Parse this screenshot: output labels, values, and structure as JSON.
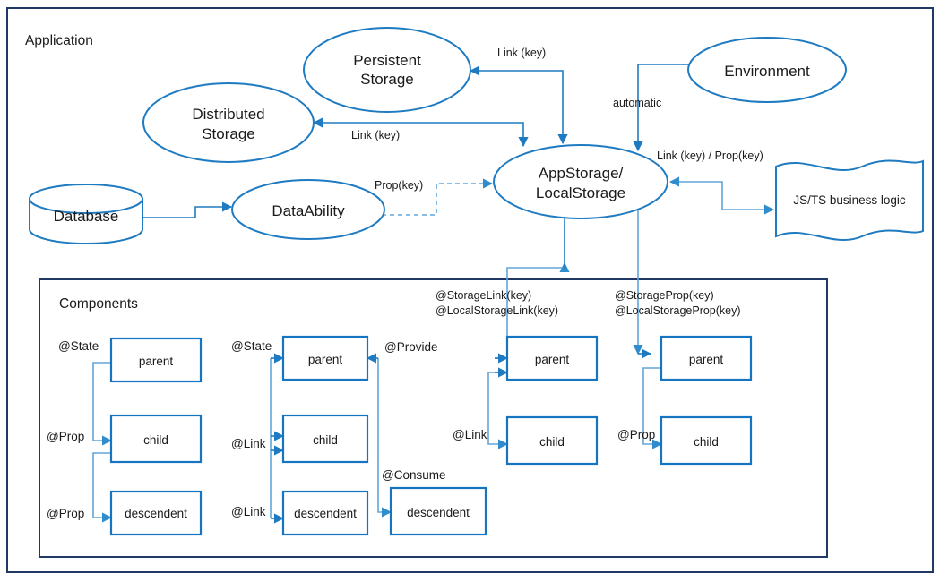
{
  "diagram": {
    "title": "Application",
    "frames": [
      {
        "id": "application",
        "label": "Application"
      },
      {
        "id": "components",
        "label": "Components"
      }
    ],
    "colors": {
      "frame_border": "#1f3864",
      "shape_border": "#1f7bc1",
      "box_border": "#1675c0",
      "connector": "#1f7bc1",
      "connector_light": "#60a5d8",
      "text": "#1a1a1a",
      "background": "#ffffff"
    },
    "nodes": {
      "persistent_storage": "Persistent\nStorage",
      "persistent_storage_line1": "Persistent",
      "persistent_storage_line2": "Storage",
      "distributed_storage_line1": "Distributed",
      "distributed_storage_line2": "Storage",
      "environment": "Environment",
      "appstorage_line1": "AppStorage/",
      "appstorage_line2": "LocalStorage",
      "database": "Database",
      "dataability": "DataAbility",
      "business_logic": "JS/TS business logic"
    },
    "edge_labels": {
      "link_key_top": "Link (key)",
      "link_key_left": "Link (key)",
      "automatic": "automatic",
      "link_prop_key": "Link (key) / Prop(key)",
      "prop_key": "Prop(key)",
      "storage_link": "@StorageLink(key)",
      "local_storage_link": "@LocalStorageLink(key)",
      "storage_prop": "@StorageProp(key)",
      "local_storage_prop": "@LocalStorageProp(key)"
    },
    "component_groups": [
      {
        "id": "group-state-prop",
        "boxes": [
          {
            "id": "g1-parent",
            "label": "parent"
          },
          {
            "id": "g1-child",
            "label": "child"
          },
          {
            "id": "g1-descendent",
            "label": "descendent"
          }
        ],
        "decorators": [
          {
            "id": "g1-state",
            "label": "@State"
          },
          {
            "id": "g1-prop-child",
            "label": "@Prop"
          },
          {
            "id": "g1-prop-descendent",
            "label": "@Prop"
          }
        ]
      },
      {
        "id": "group-link-provide-consume",
        "boxes": [
          {
            "id": "g2-parent",
            "label": "parent"
          },
          {
            "id": "g2-child",
            "label": "child"
          },
          {
            "id": "g2-descendent",
            "label": "descendent"
          },
          {
            "id": "g2-descendent-consume",
            "label": "descendent"
          }
        ],
        "decorators": [
          {
            "id": "g2-state",
            "label": "@State"
          },
          {
            "id": "g2-link-child",
            "label": "@Link"
          },
          {
            "id": "g2-link-descendent",
            "label": "@Link"
          },
          {
            "id": "g2-provide",
            "label": "@Provide"
          },
          {
            "id": "g2-consume",
            "label": "@Consume"
          }
        ]
      },
      {
        "id": "group-storagelink",
        "boxes": [
          {
            "id": "g3-parent",
            "label": "parent"
          },
          {
            "id": "g3-child",
            "label": "child"
          }
        ],
        "decorators": [
          {
            "id": "g3-link",
            "label": "@Link"
          }
        ]
      },
      {
        "id": "group-storageprop",
        "boxes": [
          {
            "id": "g4-parent",
            "label": "parent"
          },
          {
            "id": "g4-child",
            "label": "child"
          }
        ],
        "decorators": [
          {
            "id": "g4-prop",
            "label": "@Prop"
          }
        ]
      }
    ]
  }
}
